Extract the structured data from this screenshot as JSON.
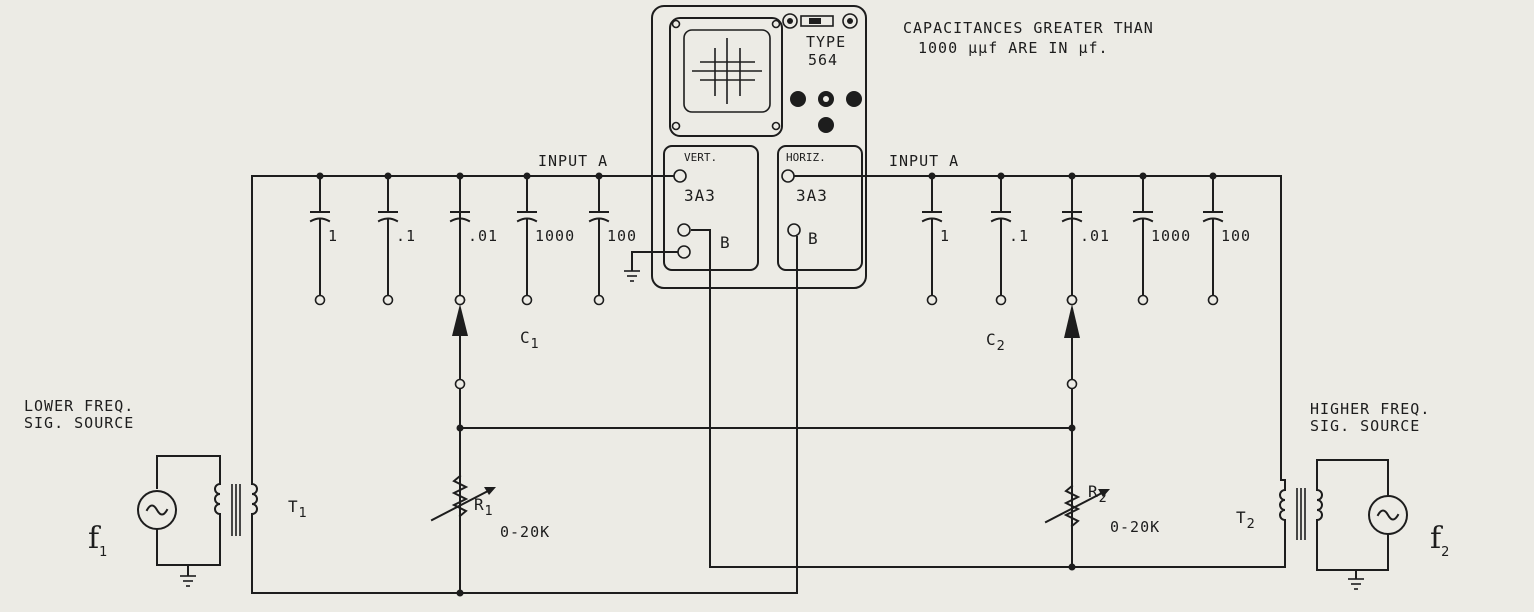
{
  "note": {
    "line1": "CAPACITANCES GREATER THAN",
    "line2": "1000 µµf ARE IN µf."
  },
  "scope": {
    "type_label": "TYPE",
    "model": "564",
    "vert_label": "VERT.",
    "vert_plugin": "3A3",
    "vert_b": "B",
    "horiz_label": "HORIZ.",
    "horiz_plugin": "3A3",
    "horiz_b": "B"
  },
  "left": {
    "input_label": "INPUT A",
    "caps": [
      {
        "value": "1"
      },
      {
        "value": ".1"
      },
      {
        "value": ".01"
      },
      {
        "value": "1000"
      },
      {
        "value": "100"
      }
    ],
    "cap_group": "C",
    "cap_sub": "1",
    "res_name": "R",
    "res_sub": "1",
    "res_range": "0-20K",
    "xfmr_name": "T",
    "xfmr_sub": "1",
    "source_line1": "LOWER FREQ.",
    "source_line2": "SIG. SOURCE",
    "freq": "f",
    "freq_sub": "1"
  },
  "right": {
    "input_label": "INPUT A",
    "caps": [
      {
        "value": "1"
      },
      {
        "value": ".1"
      },
      {
        "value": ".01"
      },
      {
        "value": "1000"
      },
      {
        "value": "100"
      }
    ],
    "cap_group": "C",
    "cap_sub": "2",
    "res_name": "R",
    "res_sub": "2",
    "res_range": "0-20K",
    "xfmr_name": "T",
    "xfmr_sub": "2",
    "source_line1": "HIGHER FREQ.",
    "source_line2": "SIG. SOURCE",
    "freq": "f",
    "freq_sub": "2"
  }
}
